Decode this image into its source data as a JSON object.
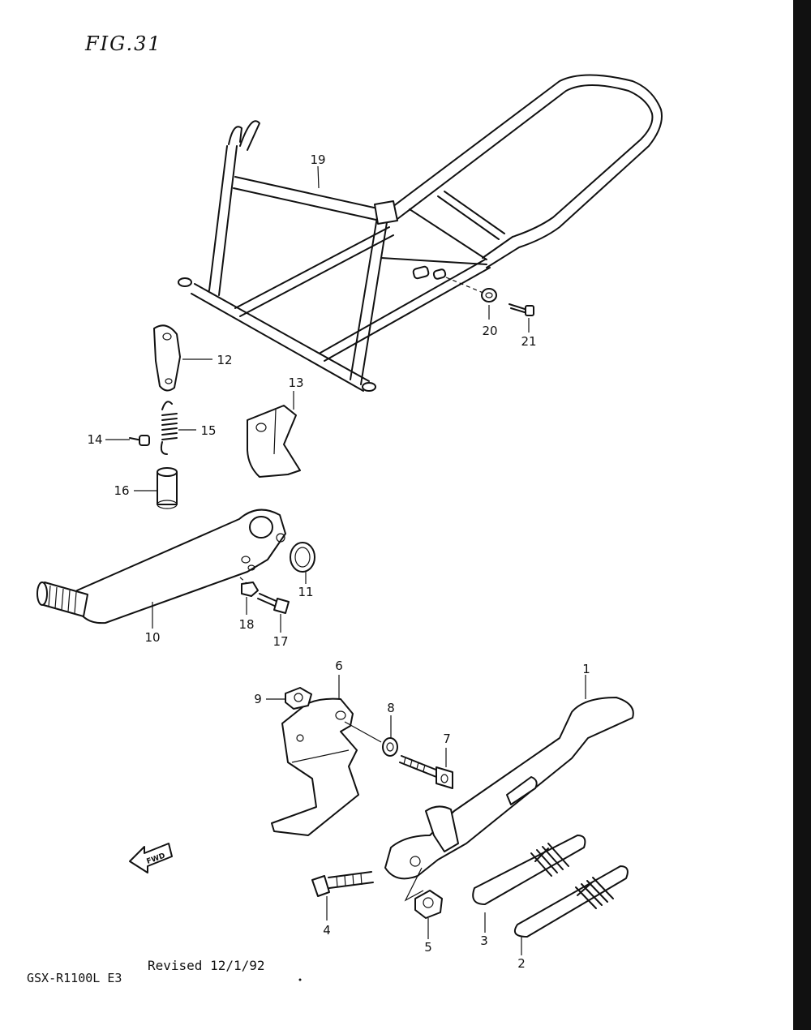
{
  "figure": {
    "title": "FIG.31",
    "revised": "Revised 12/1/92",
    "model": "GSX-R1100L E3",
    "fwd_marker": "FWD"
  },
  "callouts": [
    {
      "id": "1",
      "label": "1"
    },
    {
      "id": "2",
      "label": "2"
    },
    {
      "id": "3",
      "label": "3"
    },
    {
      "id": "4",
      "label": "4"
    },
    {
      "id": "5",
      "label": "5"
    },
    {
      "id": "6",
      "label": "6"
    },
    {
      "id": "7",
      "label": "7"
    },
    {
      "id": "8",
      "label": "8"
    },
    {
      "id": "9",
      "label": "9"
    },
    {
      "id": "10",
      "label": "10"
    },
    {
      "id": "11",
      "label": "11"
    },
    {
      "id": "12",
      "label": "12"
    },
    {
      "id": "13",
      "label": "13"
    },
    {
      "id": "14",
      "label": "14"
    },
    {
      "id": "15",
      "label": "15"
    },
    {
      "id": "16",
      "label": "16"
    },
    {
      "id": "17",
      "label": "17"
    },
    {
      "id": "18",
      "label": "18"
    },
    {
      "id": "19",
      "label": "19"
    },
    {
      "id": "20",
      "label": "20"
    },
    {
      "id": "21",
      "label": "21"
    }
  ],
  "colors": {
    "ink": "#111111",
    "paper": "#ffffff"
  }
}
